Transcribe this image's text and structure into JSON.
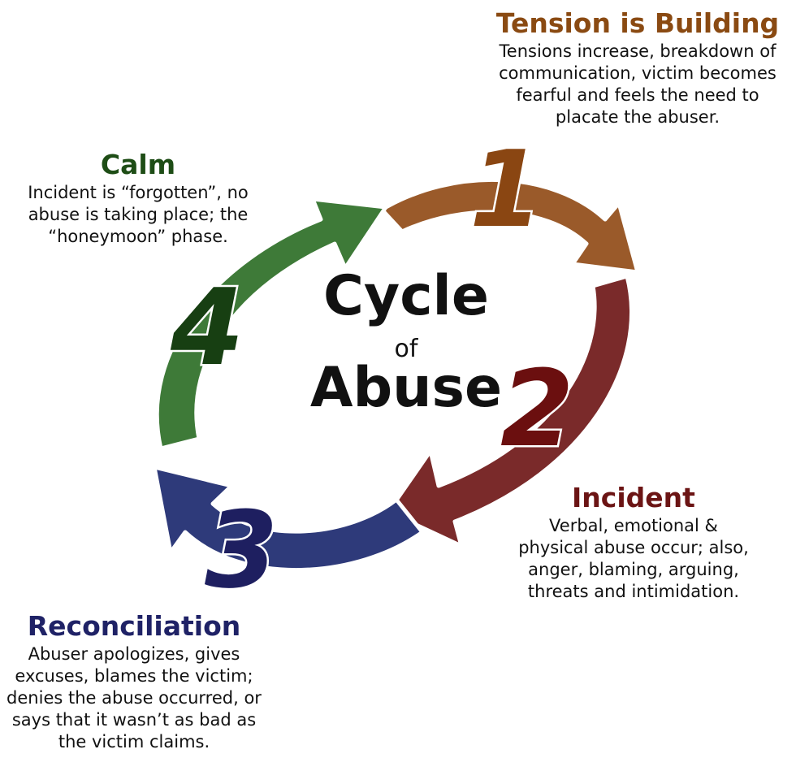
{
  "center": {
    "line1": "Cycle",
    "line2": "of",
    "line3": "Abuse"
  },
  "stages": [
    {
      "number": "1",
      "title": "Tension is Building",
      "lines": [
        "Tensions increase, breakdown of",
        "communication, victim becomes",
        "fearful and feels the need to",
        "placate the abuser."
      ],
      "color": "#8a4a12",
      "arrow_color": "#9a5a2a"
    },
    {
      "number": "2",
      "title": "Incident",
      "lines": [
        "Verbal, emotional &",
        "physical abuse occur; also,",
        "anger, blaming, arguing,",
        "threats and intimidation."
      ],
      "color": "#6b1414",
      "arrow_color": "#7a2a2a"
    },
    {
      "number": "3",
      "title": "Reconciliation",
      "lines": [
        "Abuser apologizes, gives",
        "excuses, blames the victim;",
        "denies the abuse occurred, or",
        "says that it wasn’t as bad as",
        "the victim claims."
      ],
      "color": "#1f2266",
      "arrow_color": "#2e3a7a"
    },
    {
      "number": "4",
      "title": "Calm",
      "lines": [
        "Incident is “forgotten”, no",
        "abuse is taking place; the",
        "“honeymoon” phase."
      ],
      "color": "#1e4d16",
      "arrow_color": "#3e7a38"
    }
  ]
}
